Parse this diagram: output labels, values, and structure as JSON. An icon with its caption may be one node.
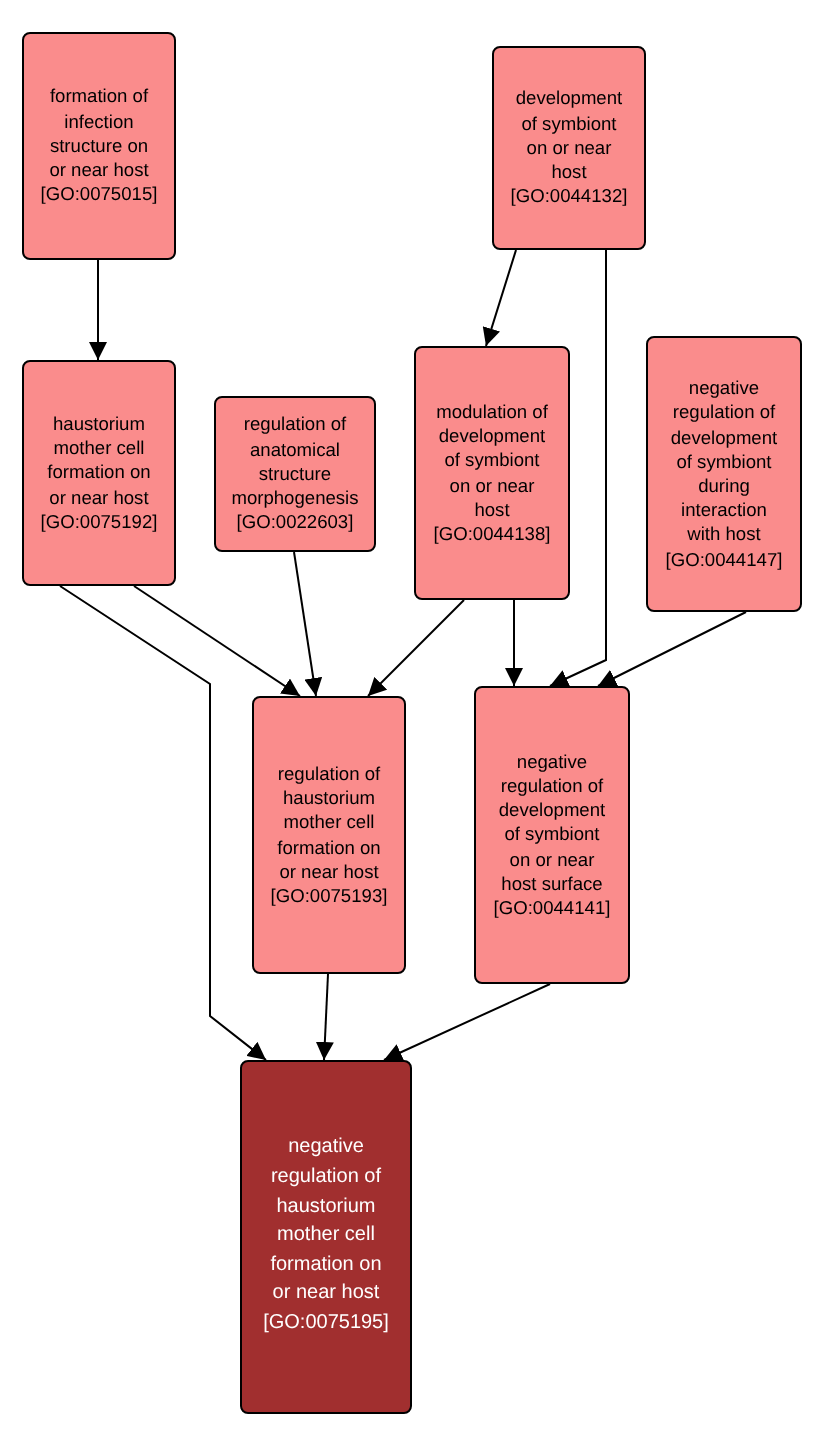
{
  "diagram": {
    "nodes": [
      {
        "text": [
          "formation of infection structure on or near host [GO:0075015]"
        ]
      },
      {
        "text": [
          "development of symbiont on or near host [GO:0044132]"
        ]
      },
      {
        "text": [
          "haustorium mother cell formation on or near host [GO:0075192]"
        ]
      },
      {
        "text": [
          "regulation of anatomical structure morphogenesis [GO:0022603]"
        ]
      },
      {
        "text": [
          "modulation of development of symbiont on or near host [GO:0044138]"
        ]
      },
      {
        "text": [
          "negative regulation of development of symbiont during interaction with host [GO:0044147]"
        ]
      },
      {
        "text": [
          "regulation of haustorium mother cell formation on or near host [GO:0075193]"
        ]
      },
      {
        "text": [
          "negative regulation of development of symbiont on or near host surface [GO:0044141]"
        ]
      },
      {
        "text": [
          "negative regulation of haustorium mother cell formation on or near host [GO:0075195]"
        ]
      }
    ],
    "edges": [
      {
        "from": 0,
        "to": 2,
        "arrow": "to"
      },
      {
        "from": 1,
        "to": 4,
        "arrow": "to"
      },
      {
        "from": 1,
        "to": 7,
        "arrow": "to"
      },
      {
        "from": 2,
        "to": 6,
        "arrow": "to"
      },
      {
        "from": 2,
        "to": 8,
        "arrow": "to"
      },
      {
        "from": 3,
        "to": 6,
        "arrow": "to"
      },
      {
        "from": 4,
        "to": 6,
        "arrow": "to"
      },
      {
        "from": 4,
        "to": 7,
        "arrow": "to"
      },
      {
        "from": 5,
        "to": 7,
        "arrow": "to"
      },
      {
        "from": 6,
        "to": 8,
        "arrow": "to"
      },
      {
        "from": 7,
        "to": 8,
        "arrow": "to"
      }
    ]
  }
}
